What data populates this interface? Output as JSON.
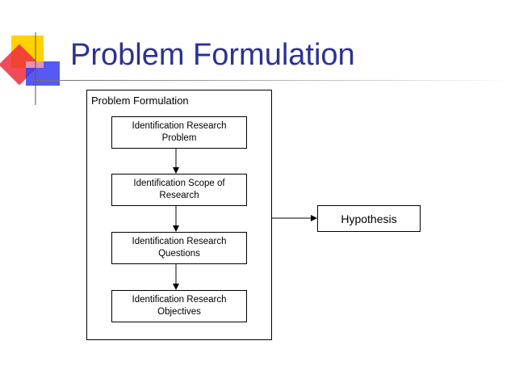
{
  "slide": {
    "title": "Problem Formulation"
  },
  "diagram": {
    "container_label": "Problem Formulation",
    "steps": [
      {
        "label": "Identification Research Problem"
      },
      {
        "label": "Identification Scope of Research"
      },
      {
        "label": "Identification Research Questions"
      },
      {
        "label": "Identification Research Objectives"
      }
    ],
    "output": {
      "label": "Hypothesis"
    }
  },
  "colors": {
    "title": "#2e3192",
    "deco_yellow": "#ffd200",
    "deco_red": "#ee2b3b",
    "deco_blue": "#3a3df0"
  }
}
